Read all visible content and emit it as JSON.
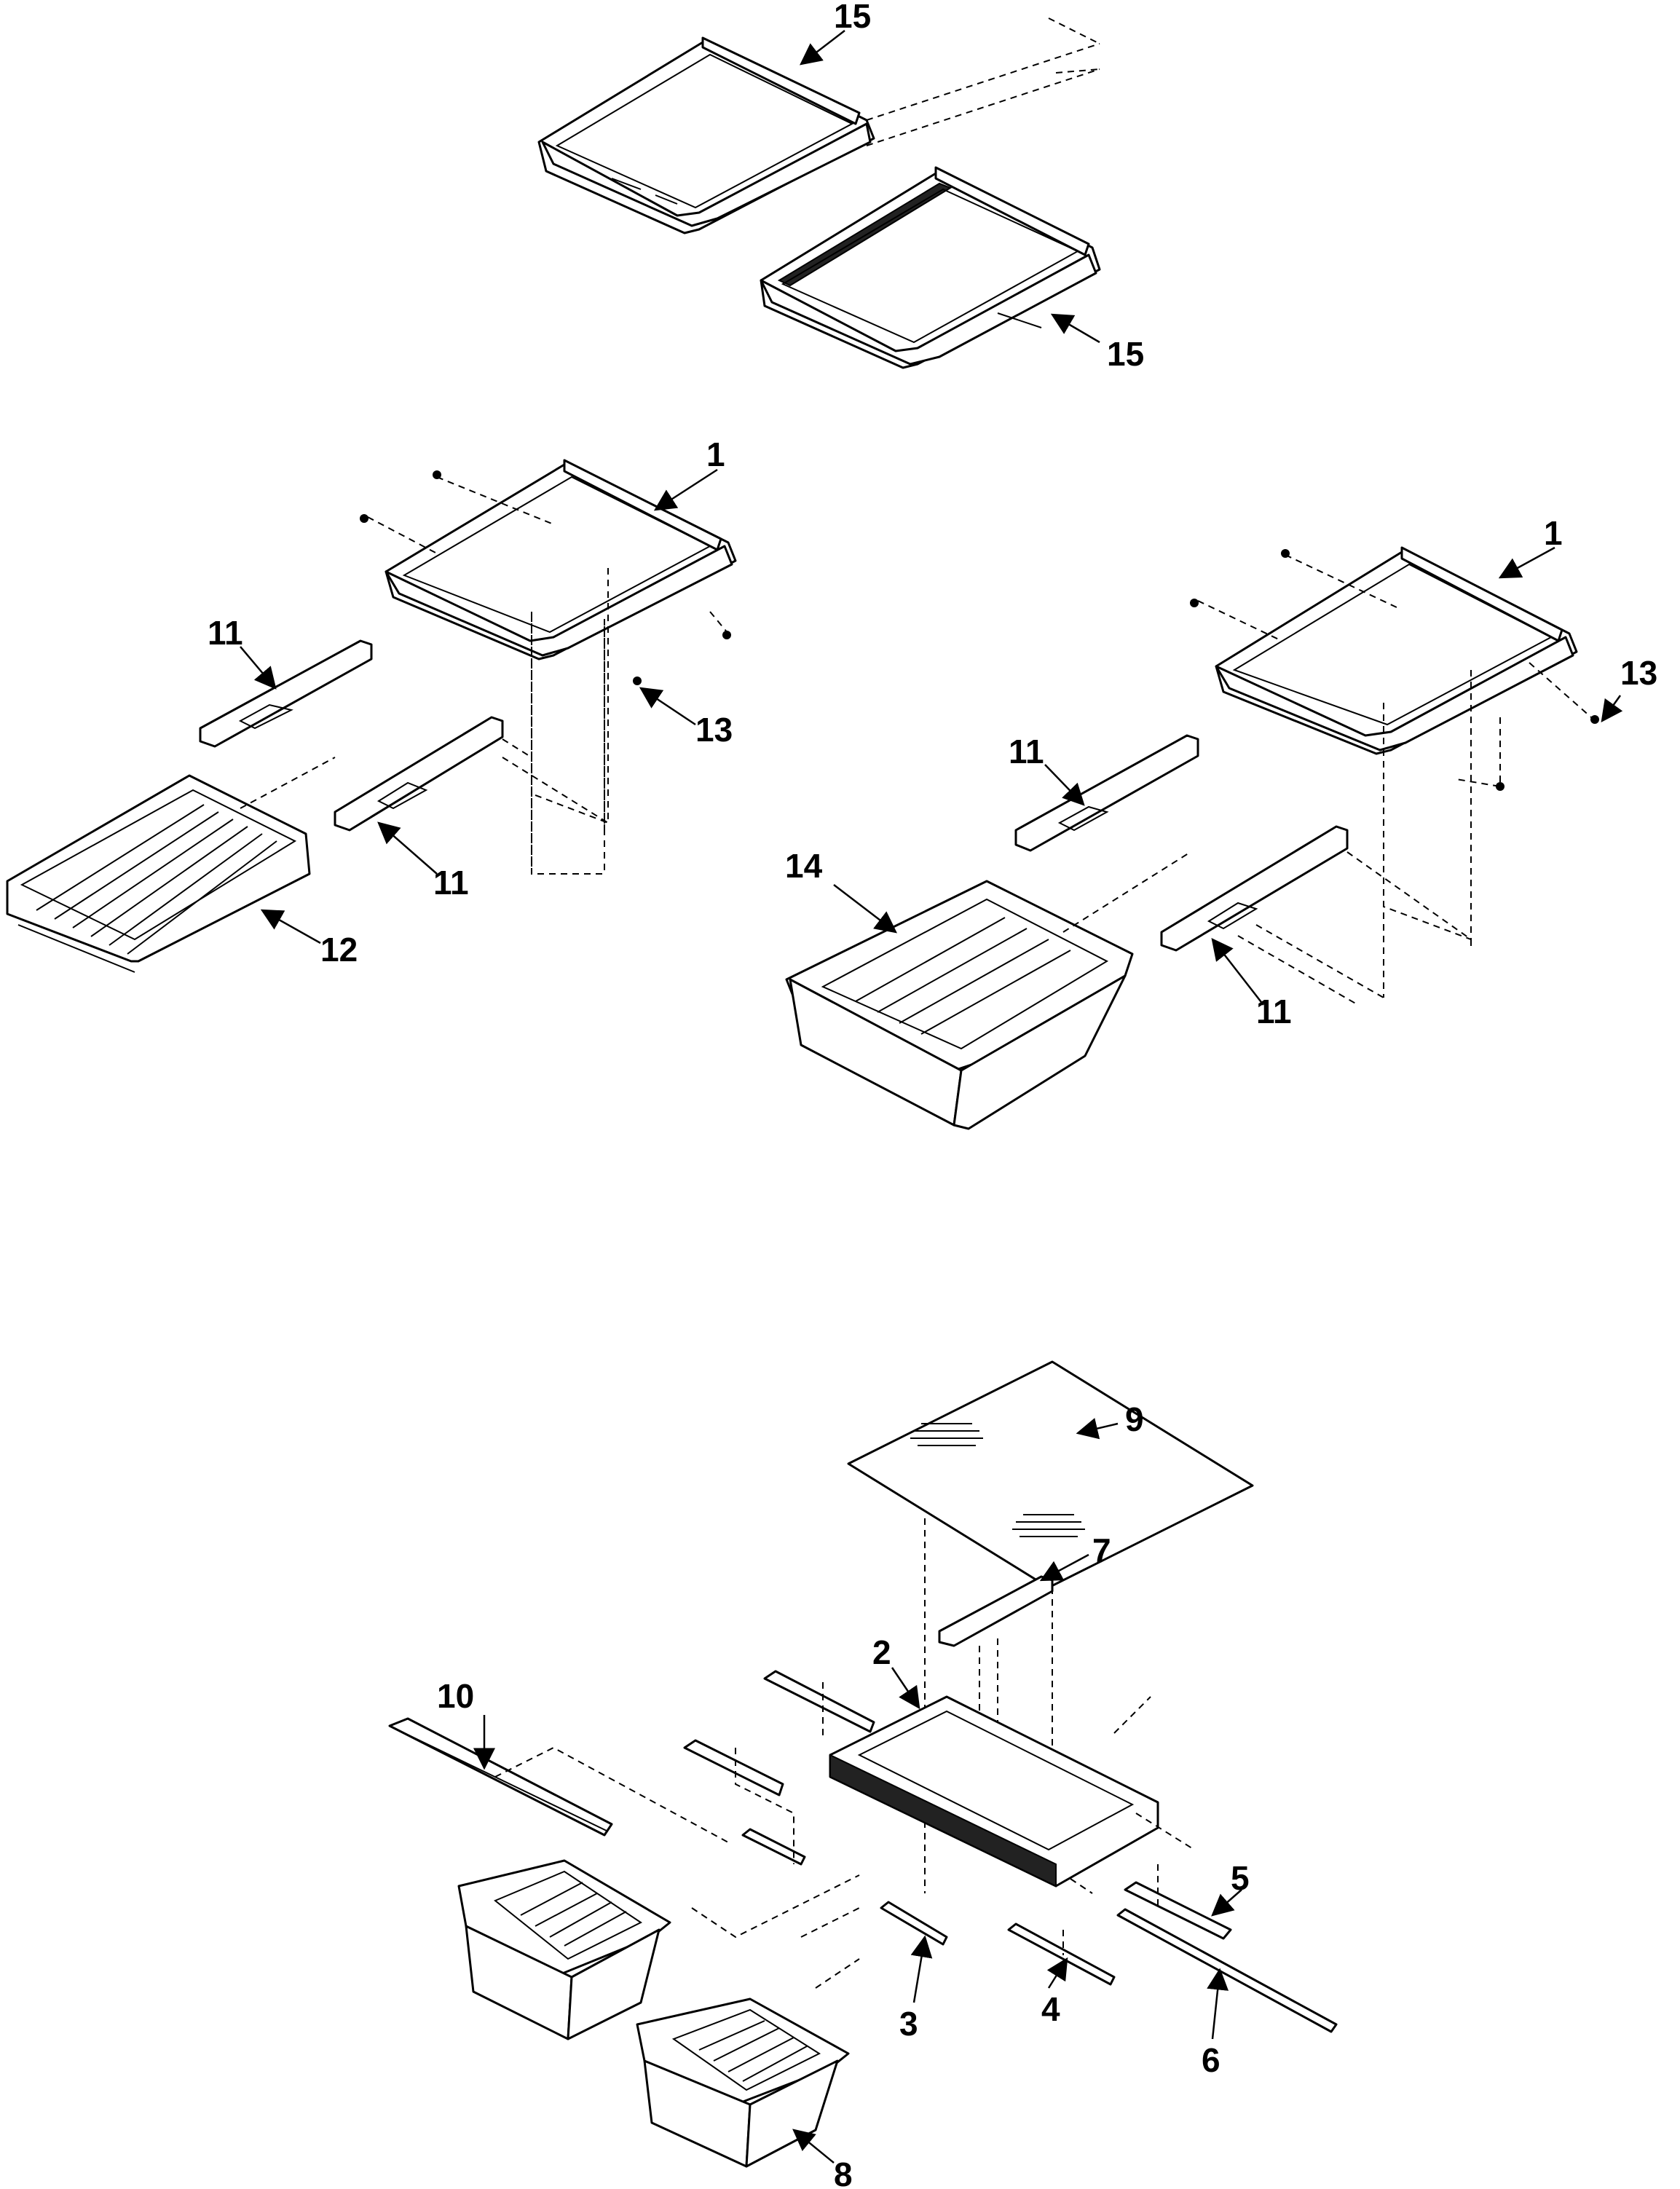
{
  "diagram": {
    "callouts": {
      "shelf_top": "15",
      "shelf_second": "15",
      "shelf_left": "1",
      "shelf_right": "1",
      "slide_left_upper": "11",
      "slide_left_lower": "11",
      "slide_right_upper": "11",
      "slide_right_lower": "11",
      "screw_left": "13",
      "screw_right": "13",
      "wire_basket": "12",
      "crisper_drawer": "14",
      "glass_cover": "9",
      "cover_frame": "2",
      "rail_7": "7",
      "rail_10": "10",
      "trim_3": "3",
      "trim_4": "4",
      "trim_5": "5",
      "trim_6": "6",
      "pan_8": "8"
    }
  }
}
